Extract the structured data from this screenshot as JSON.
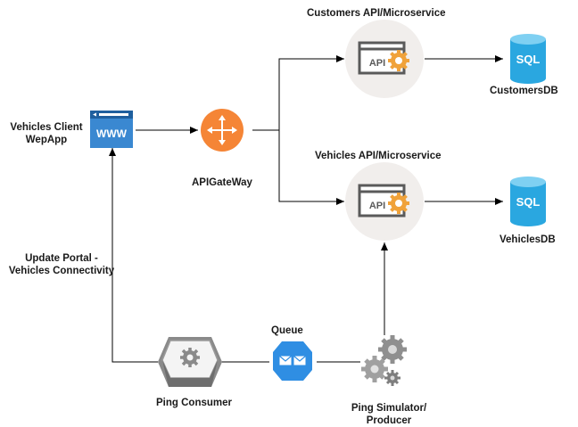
{
  "nodes": {
    "client": {
      "label": "Vehicles Client\nWepApp",
      "icon": "www-browser-icon",
      "icon_text": "WWW"
    },
    "gateway": {
      "label": "APIGateWay",
      "icon": "api-gateway-icon"
    },
    "customers_api": {
      "label": "Customers API/Microservice",
      "icon": "api-gear-icon",
      "icon_text": "API"
    },
    "vehicles_api": {
      "label": "Vehicles API/Microservice",
      "icon": "api-gear-icon",
      "icon_text": "API"
    },
    "customers_db": {
      "label": "CustomersDB",
      "icon": "sql-database-icon",
      "icon_text": "SQL"
    },
    "vehicles_db": {
      "label": "VehiclesDB",
      "icon": "sql-database-icon",
      "icon_text": "SQL"
    },
    "ping_consumer": {
      "label": "Ping Consumer",
      "icon": "ping-consumer-icon"
    },
    "queue": {
      "label": "Queue",
      "icon": "queue-envelope-icon"
    },
    "ping_simulator": {
      "label": "Ping Simulator/\nProducer",
      "icon": "gears-icon"
    }
  },
  "edge_labels": {
    "update_portal": "Update Portal -\nVehicles Connectivity"
  },
  "colors": {
    "www_blue": "#3a88d1",
    "www_dark": "#1f5f9e",
    "gateway_orange": "#f58536",
    "api_circle": "#f1eeec",
    "api_box": "#5a5a5a",
    "gear_orange": "#f0a23a",
    "sql_blue": "#2aa7e0",
    "queue_blue": "#2f8ee3",
    "gray_icon": "#9a9a9a"
  }
}
